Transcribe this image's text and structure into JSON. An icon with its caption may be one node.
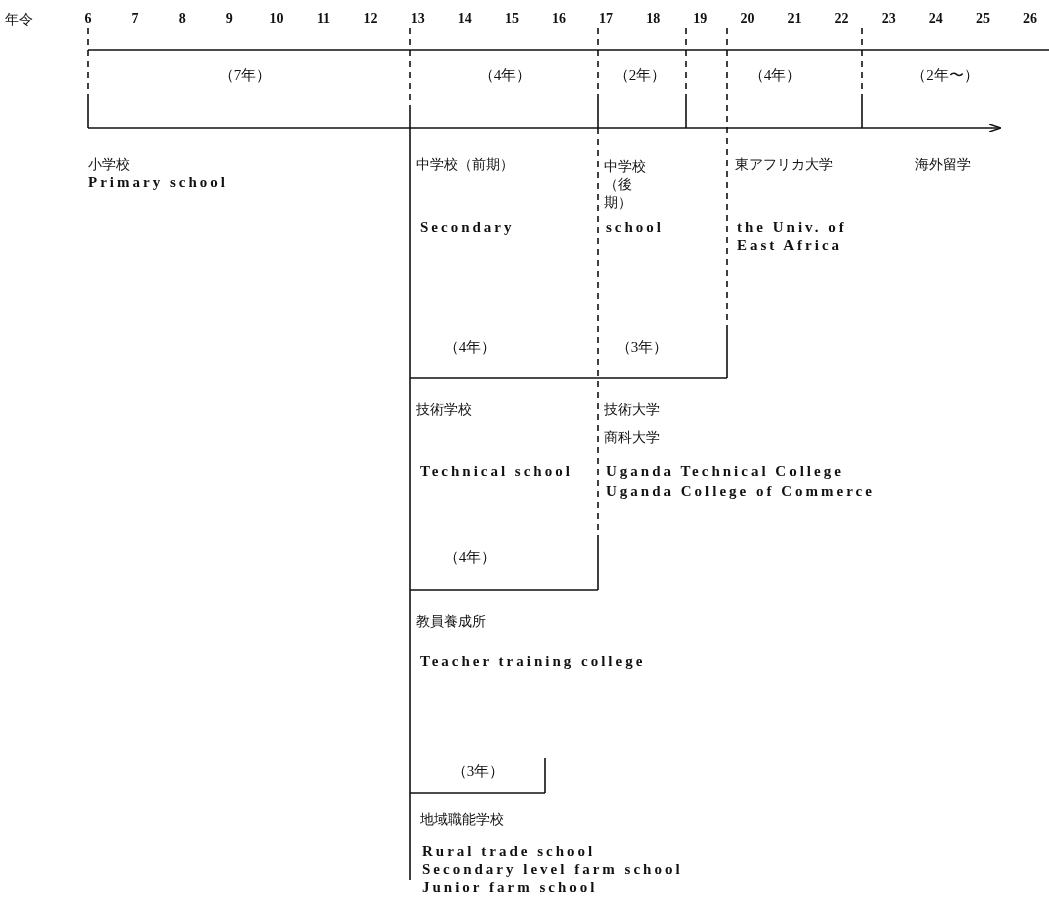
{
  "diagram": {
    "labels": [
      "年令",
      "6",
      "7",
      "8",
      "9",
      "10",
      "11",
      "12",
      "13",
      "14",
      "15",
      "16",
      "17",
      "18",
      "19",
      "20",
      "21",
      "22",
      "23",
      "24",
      "25",
      "26",
      "（7年）",
      "（4年）",
      "（2年）",
      "（4年）",
      "（2年〜）",
      "小学校",
      "Primary school",
      "中学校（前期）",
      "中学校（後期）",
      "東アフリカ大学",
      "海外留学",
      "Secondary",
      "school",
      "the Univ. of East Africa",
      "（4年）",
      "（3年）",
      "技術学校",
      "技術大学",
      "商科大学",
      "Technical school",
      "Uganda Technical College",
      "Uganda College of Commerce",
      "（4年）",
      "教員養成所",
      "Teacher training college",
      "（3年）",
      "地域職能学校",
      "Rural trade school",
      "Secondary level farm school",
      "Junior farm school"
    ]
  }
}
